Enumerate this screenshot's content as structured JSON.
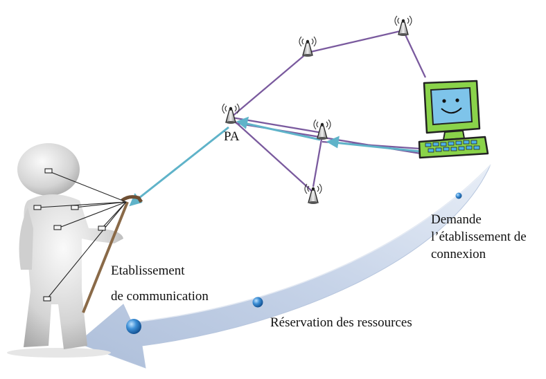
{
  "labels": {
    "access_point": "PA",
    "demande_line1": "Demande",
    "demande_line2": "l’établissement de",
    "demande_line3": "connexion",
    "etablissement_line1": "Etablissement",
    "etablissement_line2": "de communication",
    "reservation": "Réservation des ressources"
  },
  "colors": {
    "link": "#7a5a9e",
    "signal_path": "#5fb3c9",
    "big_arrow": "#c9d6ea",
    "bubble": "#2f7fc8",
    "monitor": "#8ad34a",
    "figure": "#d9d9d9"
  },
  "icons": [
    "antenna-icon",
    "computer-icon",
    "person-figure",
    "walking-cane-icon",
    "sensor-icon"
  ]
}
